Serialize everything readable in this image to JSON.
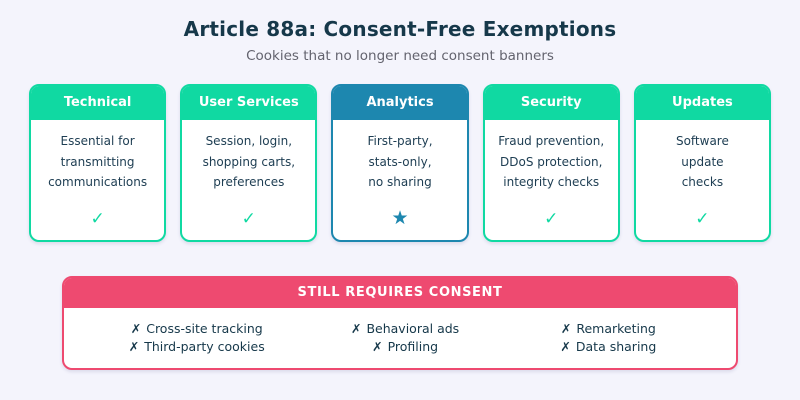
{
  "header": {
    "title": "Article 88a: Consent-Free Exemptions",
    "subtitle": "Cookies that no longer need consent banners"
  },
  "cards": [
    {
      "label": "Technical",
      "description": "Essential for\ntransmitting\ncommunications",
      "mark": "✓",
      "mark_name": "check",
      "theme": "green"
    },
    {
      "label": "User Services",
      "description": "Session, login,\nshopping carts,\npreferences",
      "mark": "✓",
      "mark_name": "check",
      "theme": "green"
    },
    {
      "label": "Analytics",
      "description": "First-party,\nstats-only,\nno sharing",
      "mark": "★",
      "mark_name": "star",
      "theme": "blue"
    },
    {
      "label": "Security",
      "description": "Fraud prevention,\nDDoS protection,\nintegrity checks",
      "mark": "✓",
      "mark_name": "check",
      "theme": "green"
    },
    {
      "label": "Updates",
      "description": "Software\nupdate\nchecks",
      "mark": "✓",
      "mark_name": "check",
      "theme": "green"
    }
  ],
  "consent_box": {
    "title": "STILL REQUIRES CONSENT",
    "items": [
      {
        "mark": "✗",
        "label": "Cross-site tracking"
      },
      {
        "mark": "✗",
        "label": "Behavioral ads"
      },
      {
        "mark": "✗",
        "label": "Remarketing"
      },
      {
        "mark": "✗",
        "label": "Third-party cookies"
      },
      {
        "mark": "✗",
        "label": "Profiling"
      },
      {
        "mark": "✗",
        "label": "Data sharing"
      }
    ]
  },
  "colors": {
    "page_background": "#f4f4fc",
    "exempt_green": "#10d9a2",
    "analytics_blue": "#1d87af",
    "consent_pink": "#ee4a70",
    "heading_text": "#16384a",
    "subtitle_text": "#63636e",
    "card_body_text": "#1d3d52",
    "card_background": "#ffffff"
  }
}
